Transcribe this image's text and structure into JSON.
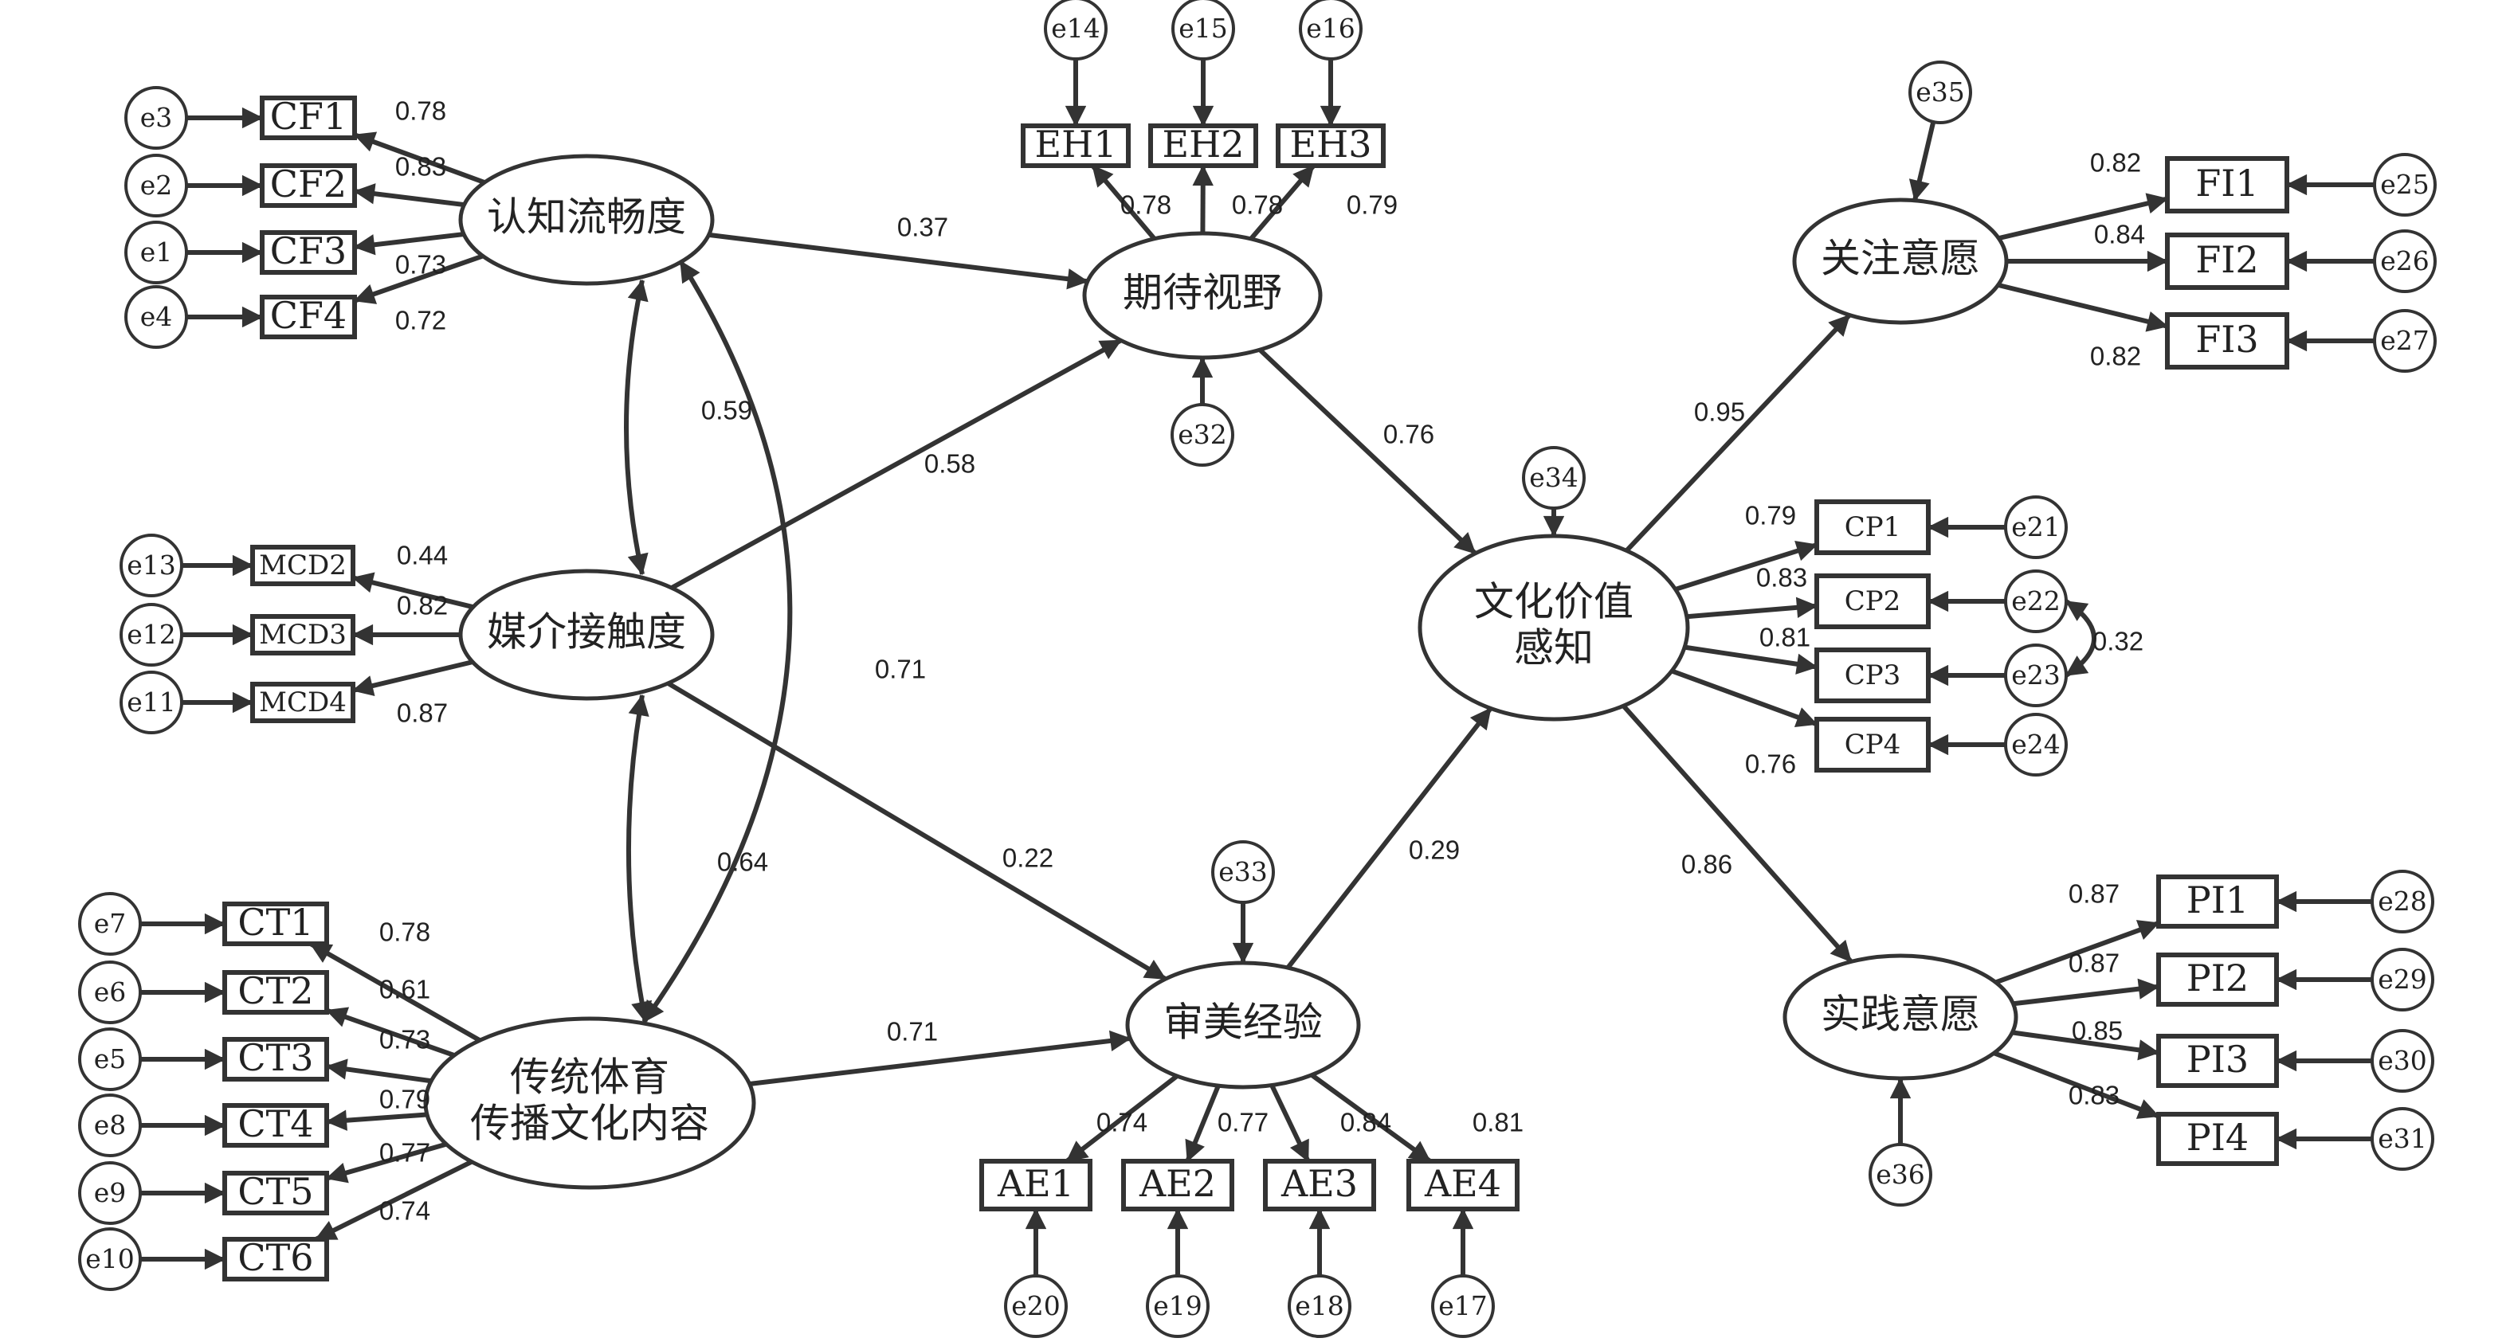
{
  "diagram": {
    "type": "structural-equation-model",
    "latent": [
      {
        "id": "L_CF",
        "lines": [
          "认知流畅度"
        ]
      },
      {
        "id": "L_MCD",
        "lines": [
          "媒介接触度"
        ]
      },
      {
        "id": "L_CT",
        "lines": [
          "传统体育",
          "传播文化内容"
        ]
      },
      {
        "id": "L_EH",
        "lines": [
          "期待视野"
        ]
      },
      {
        "id": "L_AE",
        "lines": [
          "审美经验"
        ]
      },
      {
        "id": "L_CP",
        "lines": [
          "文化价值",
          "感知"
        ]
      },
      {
        "id": "L_FI",
        "lines": [
          "关注意愿"
        ]
      },
      {
        "id": "L_PI",
        "lines": [
          "实践意愿"
        ]
      }
    ],
    "observed": [
      "CF1",
      "CF2",
      "CF3",
      "CF4",
      "MCD2",
      "MCD3",
      "MCD4",
      "CT1",
      "CT2",
      "CT3",
      "CT4",
      "CT5",
      "CT6",
      "EH1",
      "EH2",
      "EH3",
      "AE1",
      "AE2",
      "AE3",
      "AE4",
      "FI1",
      "FI2",
      "FI3",
      "CP1",
      "CP2",
      "CP3",
      "CP4",
      "PI1",
      "PI2",
      "PI3",
      "PI4"
    ],
    "errors": [
      "e1",
      "e2",
      "e3",
      "e4",
      "e5",
      "e6",
      "e7",
      "e8",
      "e9",
      "e10",
      "e11",
      "e12",
      "e13",
      "e14",
      "e15",
      "e16",
      "e17",
      "e18",
      "e19",
      "e20",
      "e21",
      "e22",
      "e23",
      "e24",
      "e25",
      "e26",
      "e27",
      "e28",
      "e29",
      "e30",
      "e31",
      "e32",
      "e33",
      "e34",
      "e35",
      "e36"
    ],
    "loadings": [
      {
        "from": "L_CF",
        "to": "CF1",
        "value": "0.78"
      },
      {
        "from": "L_CF",
        "to": "CF2",
        "value": "0.83"
      },
      {
        "from": "L_CF",
        "to": "CF3",
        "value": "0.73"
      },
      {
        "from": "L_CF",
        "to": "CF4",
        "value": "0.72"
      },
      {
        "from": "L_MCD",
        "to": "MCD2",
        "value": "0.44"
      },
      {
        "from": "L_MCD",
        "to": "MCD3",
        "value": "0.82"
      },
      {
        "from": "L_MCD",
        "to": "MCD4",
        "value": "0.87"
      },
      {
        "from": "L_CT",
        "to": "CT1",
        "value": "0.78"
      },
      {
        "from": "L_CT",
        "to": "CT2",
        "value": "0.61"
      },
      {
        "from": "L_CT",
        "to": "CT3",
        "value": "0.73"
      },
      {
        "from": "L_CT",
        "to": "CT4",
        "value": "0.79"
      },
      {
        "from": "L_CT",
        "to": "CT5",
        "value": "0.77"
      },
      {
        "from": "L_CT",
        "to": "CT6",
        "value": "0.74"
      },
      {
        "from": "L_EH",
        "to": "EH1",
        "value": "0.78"
      },
      {
        "from": "L_EH",
        "to": "EH2",
        "value": "0.78"
      },
      {
        "from": "L_EH",
        "to": "EH3",
        "value": "0.79"
      },
      {
        "from": "L_AE",
        "to": "AE1",
        "value": "0.74"
      },
      {
        "from": "L_AE",
        "to": "AE2",
        "value": "0.77"
      },
      {
        "from": "L_AE",
        "to": "AE3",
        "value": "0.84"
      },
      {
        "from": "L_AE",
        "to": "AE4",
        "value": "0.81"
      },
      {
        "from": "L_FI",
        "to": "FI1",
        "value": "0.82"
      },
      {
        "from": "L_FI",
        "to": "FI2",
        "value": "0.84"
      },
      {
        "from": "L_FI",
        "to": "FI3",
        "value": "0.82"
      },
      {
        "from": "L_CP",
        "to": "CP1",
        "value": "0.79"
      },
      {
        "from": "L_CP",
        "to": "CP2",
        "value": "0.83"
      },
      {
        "from": "L_CP",
        "to": "CP3",
        "value": "0.81"
      },
      {
        "from": "L_CP",
        "to": "CP4",
        "value": "0.76"
      },
      {
        "from": "L_PI",
        "to": "PI1",
        "value": "0.87"
      },
      {
        "from": "L_PI",
        "to": "PI2",
        "value": "0.87"
      },
      {
        "from": "L_PI",
        "to": "PI3",
        "value": "0.85"
      },
      {
        "from": "L_PI",
        "to": "PI4",
        "value": "0.83"
      }
    ],
    "paths": [
      {
        "from": "L_CF",
        "to": "L_EH",
        "value": "0.37"
      },
      {
        "from": "L_MCD",
        "to": "L_EH",
        "value": "0.58"
      },
      {
        "from": "L_MCD",
        "to": "L_AE",
        "value": "0.22"
      },
      {
        "from": "L_CT",
        "to": "L_AE",
        "value": "0.71"
      },
      {
        "from": "L_EH",
        "to": "L_CP",
        "value": "0.76"
      },
      {
        "from": "L_AE",
        "to": "L_CP",
        "value": "0.29"
      },
      {
        "from": "L_CP",
        "to": "L_FI",
        "value": "0.95"
      },
      {
        "from": "L_CP",
        "to": "L_PI",
        "value": "0.86"
      }
    ],
    "covariances": [
      {
        "a": "L_CF",
        "b": "L_MCD",
        "value": "0.59"
      },
      {
        "a": "L_MCD",
        "b": "L_CT",
        "value": "0.64"
      },
      {
        "a": "L_CF",
        "b": "L_CT",
        "value": "0.71"
      },
      {
        "a": "e22",
        "b": "e23",
        "value": "0.32"
      }
    ]
  }
}
